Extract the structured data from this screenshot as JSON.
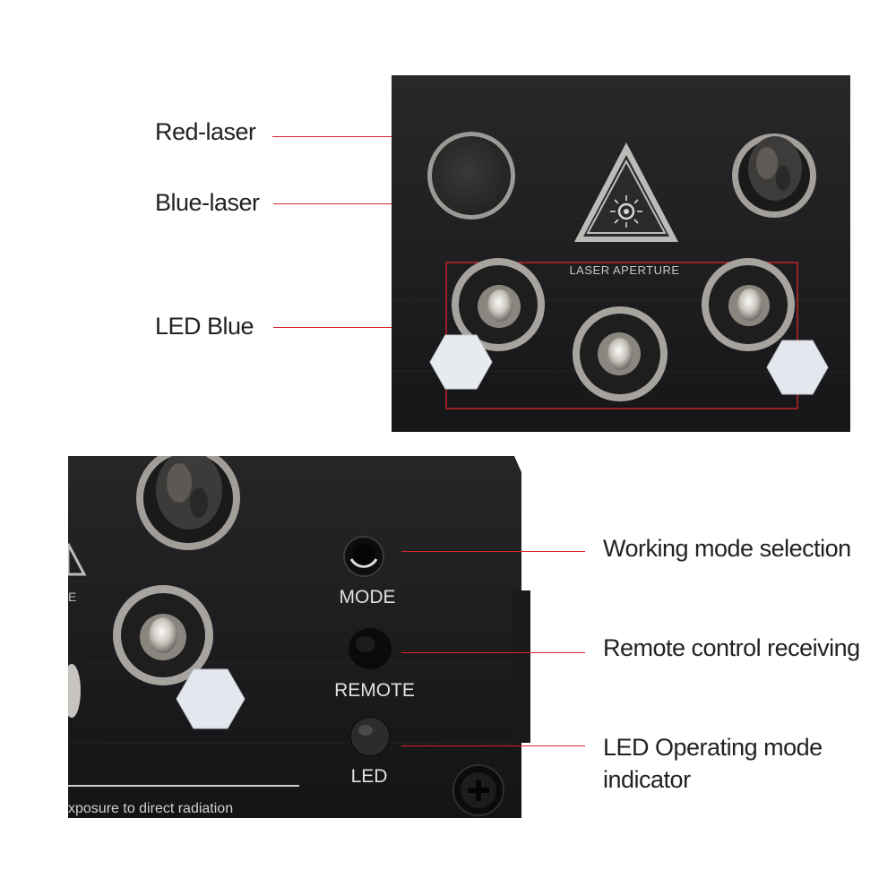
{
  "labels": {
    "red_laser": "Red-laser",
    "blue_laser": "Blue-laser",
    "led_blue": "LED Blue",
    "working_mode": "Working mode selection",
    "remote_receiving": "Remote control receiving",
    "led_indicator_line1": "LED Operating mode",
    "led_indicator_line2": "indicator"
  },
  "panel_top": {
    "aperture_text": "LASER APERTURE"
  },
  "panel_bottom": {
    "mode_label": "MODE",
    "remote_label": "REMOTE",
    "led_label": "LED",
    "warning_text": "xposure to direct radiation",
    "partial_text": "E"
  },
  "colors": {
    "leader_line": "#d9262b",
    "panel": "#1c1c1e",
    "highlight_box": "#d9262b"
  }
}
